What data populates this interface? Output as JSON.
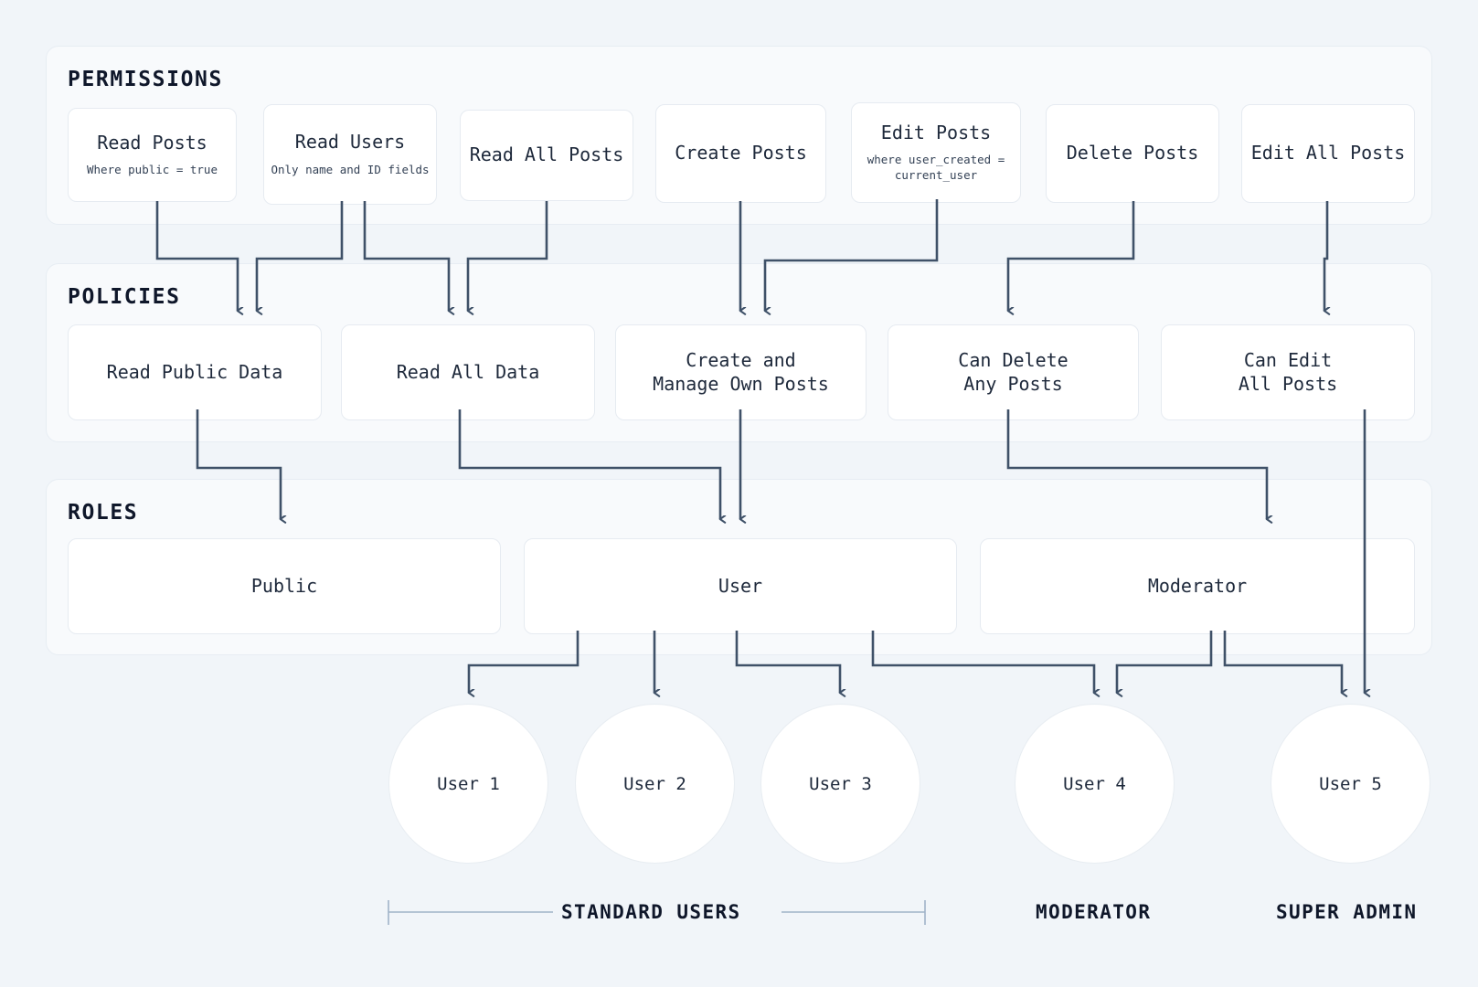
{
  "diagram": {
    "background": "#f1f5f9",
    "panel_bg": "#f8fafc",
    "card_bg": "#ffffff",
    "connector_color": "#3f5168",
    "text_color": "#1e293b"
  },
  "sections": {
    "permissions": {
      "title": "PERMISSIONS"
    },
    "policies": {
      "title": "POLICIES"
    },
    "roles": {
      "title": "ROLES"
    }
  },
  "permissions": [
    {
      "label": "Read Posts",
      "sub": "Where public = true"
    },
    {
      "label": "Read Users",
      "sub": "Only name and ID fields"
    },
    {
      "label": "Read All Posts",
      "sub": ""
    },
    {
      "label": "Create Posts",
      "sub": ""
    },
    {
      "label": "Edit Posts",
      "sub": "where user_created =\ncurrent_user"
    },
    {
      "label": "Delete Posts",
      "sub": ""
    },
    {
      "label": "Edit All Posts",
      "sub": ""
    }
  ],
  "policies": [
    {
      "label": "Read Public Data"
    },
    {
      "label": "Read All Data"
    },
    {
      "label": "Create and\nManage Own Posts"
    },
    {
      "label": "Can Delete\nAny Posts"
    },
    {
      "label": "Can Edit\nAll Posts"
    }
  ],
  "roles": [
    {
      "label": "Public"
    },
    {
      "label": "User"
    },
    {
      "label": "Moderator"
    }
  ],
  "users": [
    {
      "label": "User 1"
    },
    {
      "label": "User 2"
    },
    {
      "label": "User 3"
    },
    {
      "label": "User 4"
    },
    {
      "label": "User 5"
    }
  ],
  "groups": [
    {
      "label": "STANDARD USERS"
    },
    {
      "label": "MODERATOR"
    },
    {
      "label": "SUPER ADMIN"
    }
  ]
}
